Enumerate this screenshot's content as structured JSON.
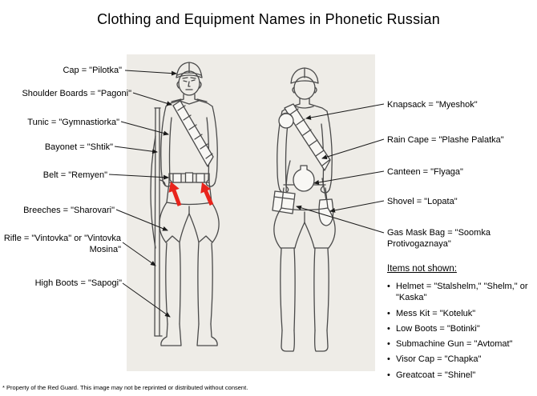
{
  "title": "Clothing and Equipment Names in Phonetic Russian",
  "colors": {
    "arrow_red": "#e8241c"
  },
  "left_labels": [
    {
      "text": "Cap = \"Pilotka\""
    },
    {
      "text": "Shoulder Boards = \"Pagoni\""
    },
    {
      "text": "Tunic = \"Gymnastiorka\""
    },
    {
      "text": "Bayonet = \"Shtik\""
    },
    {
      "text": "Belt = \"Remyen\""
    },
    {
      "text": "Breeches = \"Sharovari\""
    },
    {
      "text": "Rifle = \"Vintovka\" or \"Vintovka Mosina\""
    },
    {
      "text": "High Boots = \"Sapogi\""
    }
  ],
  "right_labels": [
    {
      "text": "Knapsack = \"Myeshok\""
    },
    {
      "text": "Rain Cape = \"Plashe Palatka\""
    },
    {
      "text": "Canteen = \"Flyaga\""
    },
    {
      "text": "Shovel = \"Lopata\""
    },
    {
      "text": "Gas Mask Bag = \"Soomka Protivogaznaya\""
    }
  ],
  "not_shown": {
    "heading": "Items not shown:",
    "items": [
      "Helmet = \"Stalshelm,\" \"Shelm,\" or \"Kaska\"",
      "Mess Kit = \"Koteluk\"",
      "Low Boots = \"Botinki\"",
      "Submachine Gun = \"Avtomat\"",
      "Visor Cap = \"Chapka\"",
      "Greatcoat = \"Shinel\""
    ]
  },
  "footnote": "* Property of the Red Guard.  This image may not be reprinted or distributed without consent."
}
